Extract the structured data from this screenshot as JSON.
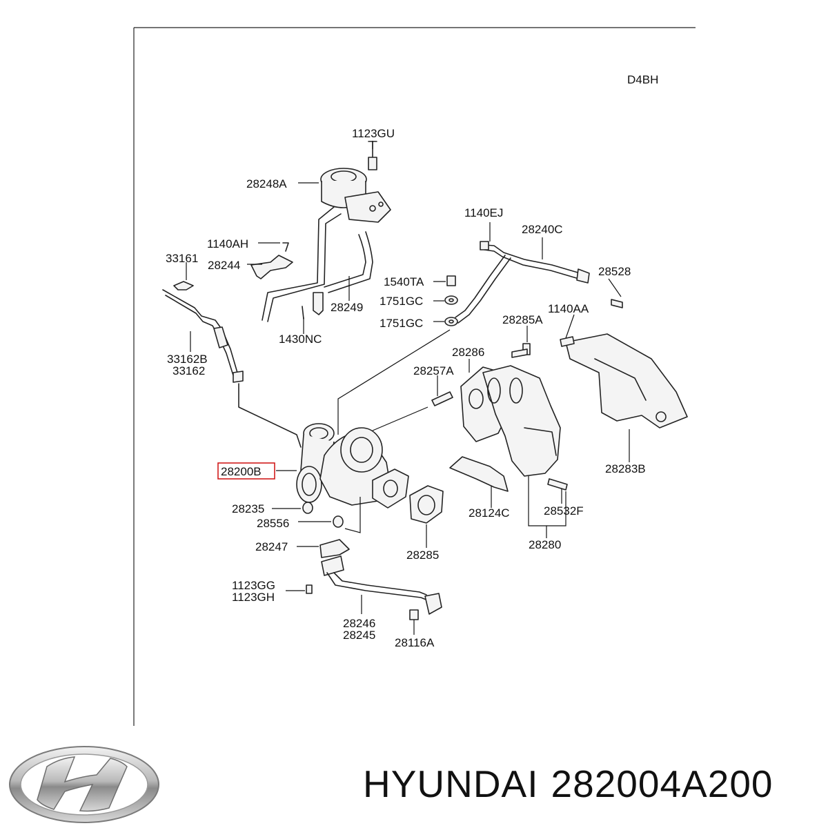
{
  "diagram": {
    "engine_code": "D4BH",
    "highlight_color": "#d11a1a",
    "labels": {
      "p1123GU": "1123GU",
      "p28248A": "28248A",
      "p1140EJ": "1140EJ",
      "p28240C": "28240C",
      "p1140AH": "1140AH",
      "p33161": "33161",
      "p28244": "28244",
      "p28528": "28528",
      "p1540TA": "1540TA",
      "p28249": "28249",
      "p1751GC_a": "1751GC",
      "p1140AA": "1140AA",
      "p1751GC_b": "1751GC",
      "p28285A": "28285A",
      "p1430NC": "1430NC",
      "p33162B": "33162B",
      "p33162": "33162",
      "p28286": "28286",
      "p28257A": "28257A",
      "p28200B": "28200B",
      "p28283B": "28283B",
      "p28235": "28235",
      "p28124C": "28124C",
      "p28532F": "28532F",
      "p28556": "28556",
      "p28247": "28247",
      "p28285": "28285",
      "p28280": "28280",
      "p1123GG": "1123GG",
      "p1123GH": "1123GH",
      "p28246": "28246",
      "p28245": "28245",
      "p28116A": "28116A"
    }
  },
  "footer": {
    "brand": "HYUNDAI",
    "part_number": "282004A200",
    "logo_icon": "hyundai-logo-icon"
  }
}
